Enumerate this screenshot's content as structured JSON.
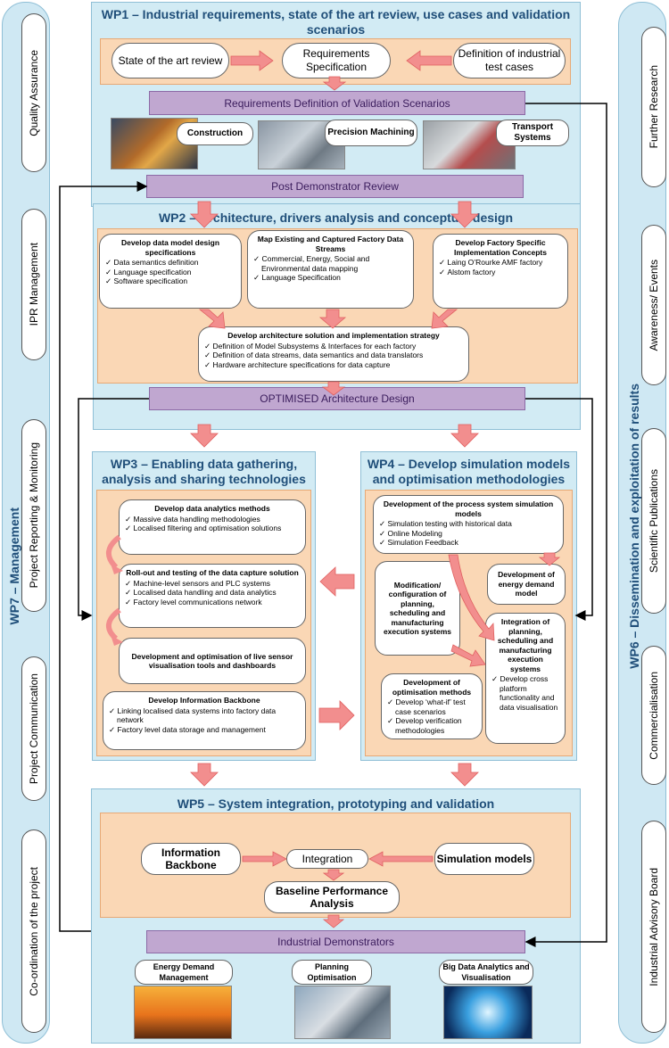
{
  "left_rail": {
    "title": "WP7 – Management",
    "items": [
      "Quality Assurance",
      "IPR Management",
      "Project Reporting & Monitoring",
      "Project Communication",
      "Co-ordination of the project"
    ]
  },
  "right_rail": {
    "title": "WP6 – Dissemination and exploitation of results",
    "items": [
      "Further Research",
      "Awareness/ Events",
      "Scientific Publications",
      "Commercialisation",
      "Industrial Advisory Board"
    ]
  },
  "wp1": {
    "title": "WP1 – Industrial requirements, state of the art review, use cases and validation scenarios",
    "nodes": [
      "State of the art review",
      "Requirements Specification",
      "Definition of industrial test cases"
    ],
    "validation": "Requirements Definition of Validation Scenarios",
    "photos": [
      "Construction",
      "Precision Machining",
      "Transport Systems"
    ],
    "review": "Post Demonstrator Review"
  },
  "wp2": {
    "title": "WP2 –  Architecture, drivers analysis and conceptual design",
    "box1": {
      "heading": "Develop data model design specifications",
      "items": [
        "Data semantics definition",
        "Language specification",
        "Software specification"
      ]
    },
    "box2": {
      "heading": "Map Existing and Captured Factory Data Streams",
      "items": [
        "Commercial, Energy, Social and Environmental data mapping",
        "Language Specification"
      ]
    },
    "box3": {
      "heading": "Develop Factory Specific Implementation Concepts",
      "items": [
        "Laing O’Rourke AMF factory",
        "Alstom factory"
      ]
    },
    "box4": {
      "heading": "Develop architecture solution and implementation strategy",
      "items": [
        "Definition of Model Subsystems  & Interfaces for each factory",
        "Definition of data streams, data semantics and data translators",
        "Hardware architecture specifications for data capture"
      ]
    },
    "design": "OPTIMISED Architecture Design"
  },
  "wp3": {
    "title": "WP3 – Enabling data gathering, analysis and sharing technologies",
    "box1": {
      "heading": "Develop data analytics methods",
      "items": [
        "Massive data handling methodologies",
        "Localised filtering and optimisation solutions"
      ]
    },
    "box2": {
      "heading": "Roll-out and testing of the data capture solution",
      "items": [
        "Machine-level sensors and PLC systems",
        "Localised data handling and data analytics",
        "Factory level communications network"
      ]
    },
    "box3": {
      "heading": "Development and optimisation of live sensor visualisation tools and dashboards",
      "items": []
    },
    "box4": {
      "heading": "Develop Information Backbone",
      "items": [
        "Linking localised data systems into factory data network",
        "Factory level data storage and management"
      ]
    }
  },
  "wp4": {
    "title": "WP4 – Develop simulation models and optimisation methodologies",
    "box1": {
      "heading": "Development of the process system simulation models",
      "items": [
        "Simulation testing with historical data",
        "Online Modeling",
        "Simulation Feedback"
      ]
    },
    "box2": {
      "heading": "Modification/ configuration of planning, scheduling and manufacturing execution systems",
      "items": []
    },
    "box3": {
      "heading": "Development of energy demand model",
      "items": []
    },
    "box4": {
      "heading": "Integration of planning, scheduling and manufacturing execution systems",
      "items": [
        "Develop cross platform functionality and data visualisation"
      ]
    },
    "box5": {
      "heading": "Development of optimisation methods",
      "items": [
        "Develop ‘what-if’ test case scenarios",
        "Develop verification methodologies"
      ]
    }
  },
  "wp5": {
    "title": "WP5 – System integration, prototyping and validation",
    "backbone": "Information Backbone",
    "integration": "Integration",
    "simulation": "Simulation models",
    "baseline": "Baseline Performance Analysis",
    "demonstrators": "Industrial Demonstrators",
    "photos": [
      "Energy Demand Management",
      "Planning Optimisation",
      "Big Data Analytics and Visualisation"
    ]
  },
  "colors": {
    "rail": "#cfe8f3",
    "wp": "#d2ebf4",
    "band": "#fad7b5",
    "purple": "#c0a7d0",
    "arrow": "#f28e8e",
    "title": "#1f4e79"
  }
}
